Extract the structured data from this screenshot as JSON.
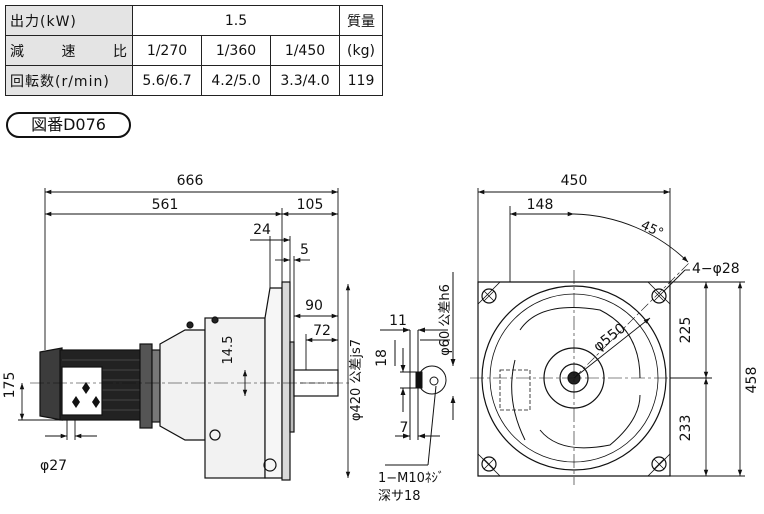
{
  "table": {
    "row1": {
      "label": "出力(kW)",
      "value": "1.5",
      "mass_label": "質量"
    },
    "row2": {
      "label": "減　速　比",
      "ratios": [
        "1/270",
        "1/360",
        "1/450"
      ],
      "mass_unit": "(kg)"
    },
    "row3": {
      "label": "回転数(r/min)",
      "speeds": [
        "5.6/6.7",
        "4.2/5.0",
        "3.3/4.0"
      ],
      "mass_value": "119"
    }
  },
  "drawing_number": "図番D076",
  "dimensions": {
    "side": {
      "overall_length": "666",
      "body_length": "561",
      "flange_offset": "105",
      "dim_24": "24",
      "dim_5": "5",
      "dim_90": "90",
      "dim_72": "72",
      "dim_14_5": "14.5",
      "height_175": "175",
      "pilot_dia": "φ420 公差js7",
      "bolt_dia": "φ27"
    },
    "shaft": {
      "dim_11": "11",
      "dim_18": "18",
      "dim_7": "7",
      "shaft_dia": "φ60 公差h6",
      "tap_note_1": "1−M10ﾈｼﾞ",
      "tap_note_2": "深サ18"
    },
    "front": {
      "width": "450",
      "dim_148": "148",
      "angle": "45°",
      "holes": "4−φ28",
      "pcd": "φ550",
      "height_458": "458",
      "dim_225": "225",
      "dim_233": "233"
    }
  }
}
